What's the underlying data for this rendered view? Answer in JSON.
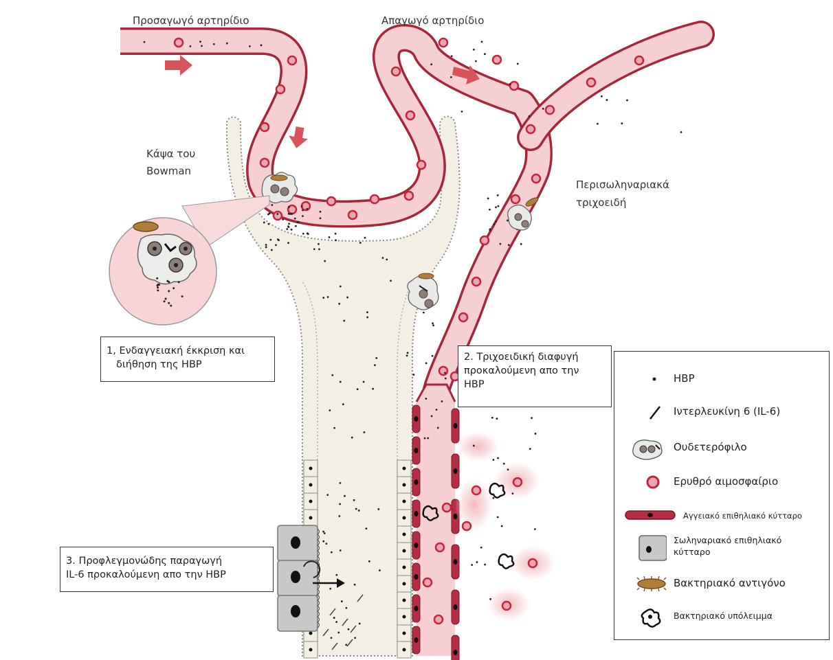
{
  "labels": {
    "afferent": "Προσαγωγό αρτηρίδιο",
    "efferent": "Απαγωγό αρτηρίδιο",
    "bowman_line1": "Κάψα του",
    "bowman_line2": "Bowman",
    "peritubular_line1": "Περισωληναριακά",
    "peritubular_line2": "τριχοειδή"
  },
  "steps": [
    {
      "line1": "1, Ενδαγγειακή έκκριση και",
      "line2": "διήθηση της HBP"
    },
    {
      "line1": "2. Τριχοειδική διαφυγή",
      "line2": "προκαλούμενη απο την",
      "line3": "HBP"
    },
    {
      "line1": "3. Προφλεγμονώδης παραγωγή",
      "line2": "IL-6 προκαλούμενη απο την HBP"
    }
  ],
  "legend": [
    {
      "icon": "hbp-dot-icon",
      "label": "HBP"
    },
    {
      "icon": "il6-line-icon",
      "label": "Ιντερλευκίνη 6 (IL-6)"
    },
    {
      "icon": "neutrophil-icon",
      "label": "Ουδετερόφιλο"
    },
    {
      "icon": "red-blood-cell-icon",
      "label": "Ερυθρό αιμοσφαίριο"
    },
    {
      "icon": "vascular-endothelial-cell-icon",
      "label": "Αγγειακό επιθηλιακό κύτταρο"
    },
    {
      "icon": "tubular-epithelial-cell-icon",
      "label_line1": "Σωληναριακό επιθηλιακό",
      "label_line2": "κύτταρο"
    },
    {
      "icon": "bacterial-antigen-icon",
      "label": "Βακτηριακό αντιγόνο"
    },
    {
      "icon": "bacterial-debris-icon",
      "label": "Βακτηριακό υπόλειμμα"
    }
  ],
  "colors": {
    "vessel_wall": "#a8263a",
    "vessel_lumen": "#f5cfd2",
    "rbc_fill": "#e8a8b0",
    "rbc_ring": "#c5243c",
    "arrow": "#d9535d",
    "tubule_fill": "#f3efe4",
    "tubule_edge": "#8a8a86",
    "cell_fill": "#c8c8c6"
  }
}
